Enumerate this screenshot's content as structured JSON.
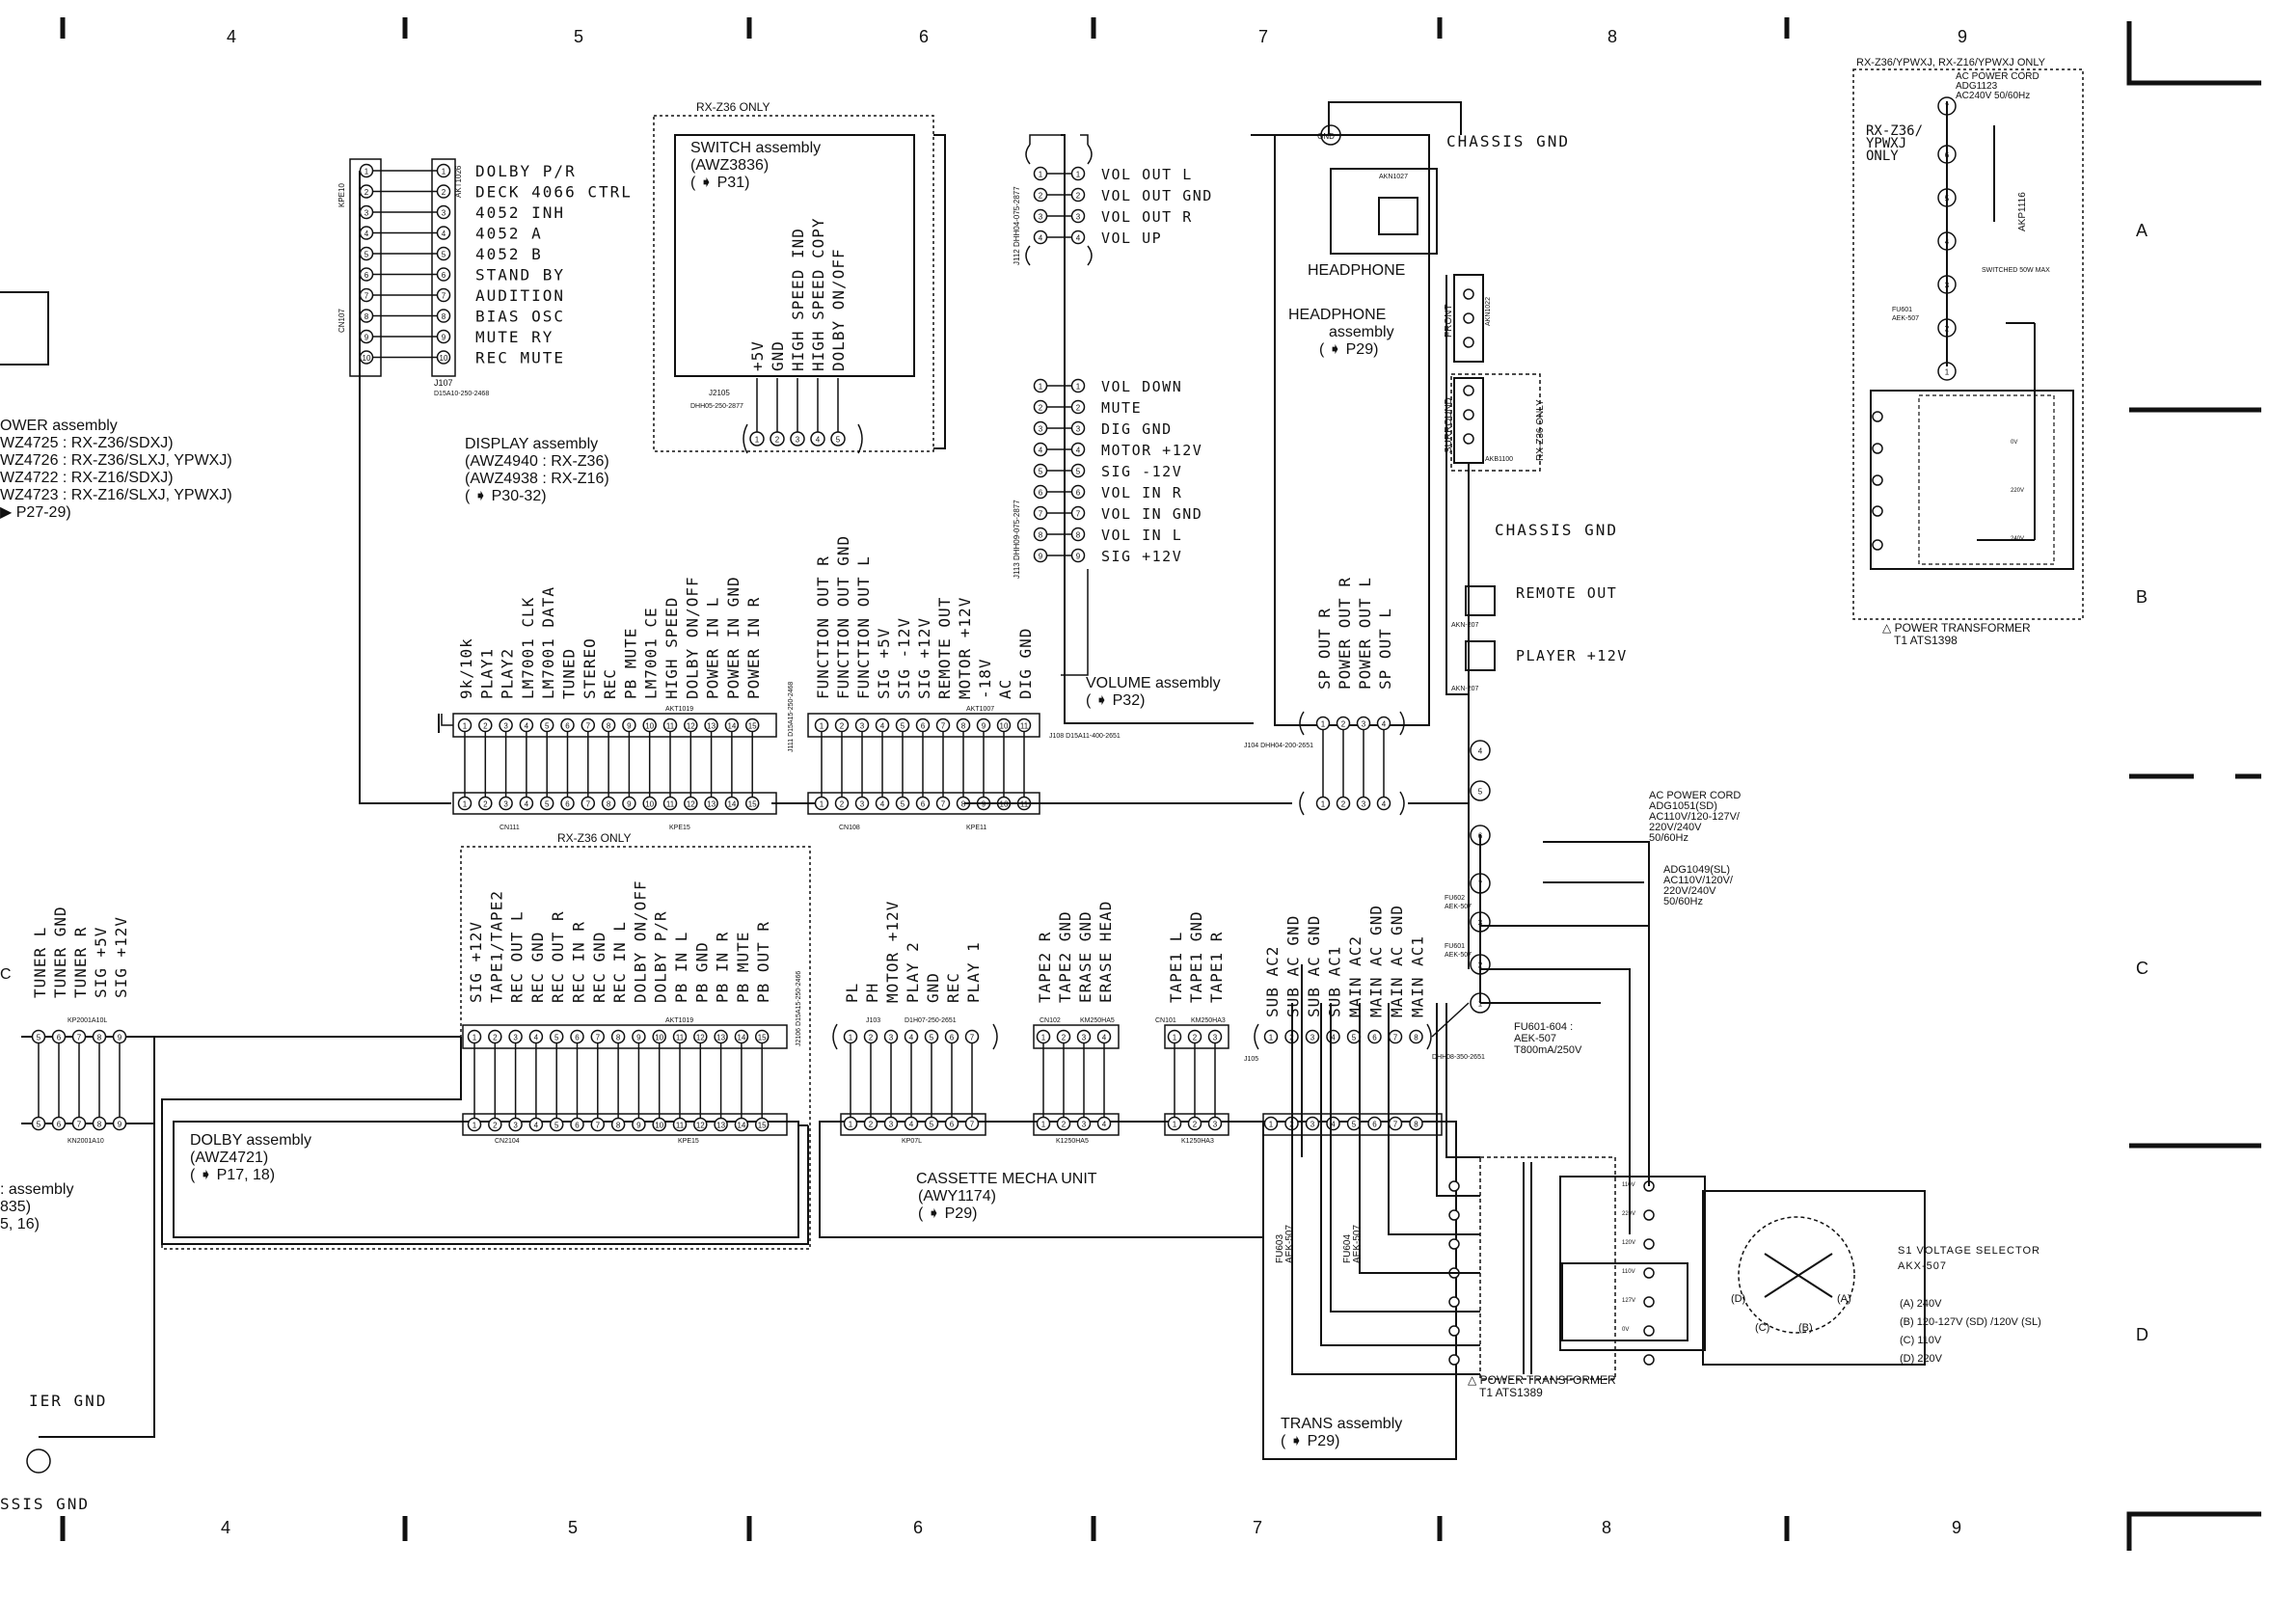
{
  "grid": {
    "top_cols": [
      "4",
      "5",
      "6",
      "7",
      "8",
      "9"
    ],
    "bottom_cols": [
      "4",
      "5",
      "6",
      "7",
      "8",
      "9"
    ],
    "rows": [
      "A",
      "B",
      "C",
      "D"
    ]
  },
  "blocks": {
    "power": {
      "title": "OWER assembly",
      "lines": [
        "WZ4725 : RX-Z36/SDXJ)",
        "WZ4726 : RX-Z36/SLXJ, YPWXJ)",
        "WZ4722 : RX-Z16/SDXJ)",
        "WZ4723 : RX-Z16/SLXJ, YPWXJ)",
        "▶ P27-29)"
      ]
    },
    "display": {
      "title": "DISPLAY assembly",
      "lines": [
        "(AWZ4940 : RX-Z36)",
        "(AWZ4938 : RX-Z16)",
        "( ➧ P30-32)"
      ]
    },
    "switch": {
      "note": "RX-Z36 ONLY",
      "title": "SWITCH assembly",
      "lines": [
        "(AWZ3836)",
        "( ➧ P31)"
      ],
      "pins": [
        "+5V",
        "GND",
        "HIGH SPEED IND",
        "HIGH SPEED COPY",
        "DOLBY ON/OFF"
      ],
      "conn": "J2105",
      "part": "DHH05-250-2877"
    },
    "volume": {
      "title": "VOLUME assembly",
      "ref": "( ➧ P32)"
    },
    "headphone": {
      "label": "HEADPHONE",
      "title": "HEADPHONE",
      "sub": "assembly",
      "ref": "( ➧ P29)",
      "part": "AKN1027"
    },
    "dolby": {
      "note": "RX-Z36 ONLY",
      "title": "DOLBY assembly",
      "lines": [
        "(AWZ4721)",
        "( ➧ P17, 18)"
      ]
    },
    "left_small": {
      "title": ": assembly",
      "lines": [
        "835)",
        "5, 16)"
      ]
    },
    "cassette": {
      "title": "CASSETTE MECHA UNIT",
      "lines": [
        "(AWY1174)",
        "( ➧ P29)"
      ]
    },
    "trans": {
      "title": "TRANS   assembly",
      "ref": "( ➧ P29)"
    },
    "power_transformer": {
      "title": "POWER TRANSFORMER",
      "sub": "T1  ATS1389"
    },
    "power_transformer_b": {
      "title": "POWER TRANSFORMER",
      "sub": "T1  ATS1398"
    }
  },
  "labels": {
    "deck_pins": [
      "DOLBY P/R",
      "DECK 4066 CTRL",
      "4052 INH",
      "4052 A",
      "4052 B",
      "STAND BY",
      "AUDITION",
      "BIAS OSC",
      "MUTE RY",
      "REC MUTE"
    ],
    "j107": "J107",
    "j107_part": "D15A10-250-2468",
    "kpe10": "KPE10",
    "cn107": "CN107",
    "akt1026": "AKT1026",
    "vol_pins_top": [
      "VOL OUT L",
      "VOL OUT GND",
      "VOL OUT R",
      "VOL UP"
    ],
    "vol_pins_bot": [
      "VOL DOWN",
      "MUTE",
      "DIG GND",
      "MOTOR +12V",
      "SIG -12V",
      "VOL IN R",
      "VOL IN GND",
      "VOL IN L",
      "SIG +12V"
    ],
    "j112": "J112  DHH04-075-2877",
    "j113": "J113  DHH09-075-2877",
    "chassis_gnd_top": "CHASSIS GND",
    "gnd_tag": "GND",
    "display_pins": [
      "9k/10k",
      "PLAY1",
      "PLAY2",
      "LM7001 CLK",
      "LM7001 DATA",
      "TUNED",
      "STEREO",
      "REC",
      "PB MUTE",
      "LM7001 CE",
      "HIGH SPEED",
      "DOLBY ON/OFF",
      "POWER IN L",
      "POWER IN GND",
      "POWER IN R"
    ],
    "function_pins": [
      "FUNCTION OUT R",
      "FUNCTION OUT GND",
      "FUNCTION OUT L",
      "SIG +5V",
      "SIG -12V",
      "SIG +12V",
      "REMOTE OUT",
      "MOTOR +12V",
      "-18V",
      "AC",
      "DIG GND"
    ],
    "sp_pins": [
      "SP OUT R",
      "POWER OUT R",
      "POWER OUT L",
      "SP OUT L"
    ],
    "j104": "J104  DHH04-200-2651",
    "j108": "J108  D15A11-400-2651",
    "akt1019": "AKT1019",
    "akt1007": "AKT1007",
    "j111": "J111  D15A15-250-2468",
    "cn111": "CN111",
    "kpe15": "KPE15",
    "cn108": "CN108",
    "kpe11": "KPE11",
    "front": "FRONT",
    "surround": "SURROUND",
    "rx_z36_only": "RX-Z36 ONLY",
    "akn1022": "AKN1022",
    "akb1100": "AKB1100",
    "chassis_gnd_mid": "CHASSIS GND",
    "remote_out": "REMOTE OUT",
    "player_12v": "PLAYER +12V",
    "akn207a": "AKN-207",
    "akn207b": "AKN-207",
    "tuner_pins": [
      "TUNER L",
      "TUNER GND",
      "TUNER R",
      "SIG +5V",
      "SIG +12V"
    ],
    "kp2001a10l": "KP2001A10L",
    "kn2001a10": "KN2001A10",
    "dolby_pins": [
      "SIG +12V",
      "TAPE1/TAPE2",
      "REC OUT L",
      "REC GND",
      "REC OUT R",
      "REC IN R",
      "REC GND",
      "REC IN L",
      "DOLBY ON/OFF",
      "DOLBY P/R",
      "PB IN L",
      "PB GND",
      "PB IN R",
      "PB MUTE",
      "PB OUT R"
    ],
    "akt1019_b": "AKT1019",
    "j2106": "J2106  D15A15-250-2466",
    "cn2104": "CN2104",
    "kpe15_b": "KPE15",
    "mech_pins": [
      "PL",
      "PH",
      "MOTOR +12V",
      "PLAY 2",
      "GND",
      "REC",
      "PLAY 1"
    ],
    "j103": "J103",
    "j103_part": "D1H07-250-2651",
    "kp07l": "KP07L",
    "tape2_pins": [
      "TAPE2 R",
      "TAPE2 GND",
      "ERASE GND",
      "ERASE HEAD"
    ],
    "cn102": "CN102",
    "km250ha5": "KM250HA5",
    "k250ha5": "K1250HA5",
    "tape1_pins": [
      "TAPE1 L",
      "TAPE1 GND",
      "TAPE1 R"
    ],
    "cn101": "CN101",
    "km250ha3": "KM250HA3",
    "k250ha3": "K1250HA3",
    "ac_pins": [
      "SUB AC2",
      "SUB AC GND",
      "SUB AC GND",
      "SUB AC1",
      "MAIN AC2",
      "MAIN AC GND",
      "MAIN AC GND",
      "MAIN AC1"
    ],
    "j105": "J105",
    "j105_part": "DHH08-350-2651",
    "fuse_note": [
      "FU601-604 :",
      "AEK-507",
      "T800mA/250V"
    ],
    "ac_cord": [
      "AC POWER CORD",
      "ADG1051(SD)",
      "AC110V/120-127V/",
      "220V/240V",
      "50/60Hz"
    ],
    "ac_cord2": [
      "ADG1049(SL)",
      "AC110V/120V/",
      "220V/240V",
      "50/60Hz"
    ],
    "fu602": [
      "FU602",
      "AEK-507"
    ],
    "fu601": [
      "FU601",
      "AEK-507"
    ],
    "fu603": [
      "FU603",
      "AEK-507"
    ],
    "fu604": [
      "FU604",
      "AEK-507"
    ],
    "tuner_gnd": "IER GND",
    "chassis_gnd_bot": "SSIS GND",
    "voltage_selector": [
      "S1 VOLTAGE SELECTOR",
      "AKX-507"
    ],
    "voltages": [
      "(A) 240V",
      "(B) 120-127V (SD) /120V (SL)",
      "(C) 110V",
      "(D) 220V"
    ],
    "sel_letters": [
      "(A)",
      "(B)",
      "(C)",
      "(D)"
    ],
    "tr_taps": [
      "110V",
      "220V",
      "120V",
      "110V",
      "127V",
      "0V"
    ],
    "box9_title": "RX-Z36/YPWXJ, RX-Z16/YPWXJ ONLY",
    "box9_cord": [
      "AC POWER CORD",
      "ADG1123",
      "AC240V 50/60Hz"
    ],
    "box9_rx": [
      "RX-Z36/",
      "YPWXJ",
      "ONLY"
    ],
    "akp1116": "AKP1116",
    "switched": "SWITCHED 50W MAX",
    "fu601_b": [
      "FU601",
      "AEK-507"
    ],
    "tr_taps_b": [
      "0V",
      "220V",
      "240V"
    ],
    "c_mark": "C"
  }
}
